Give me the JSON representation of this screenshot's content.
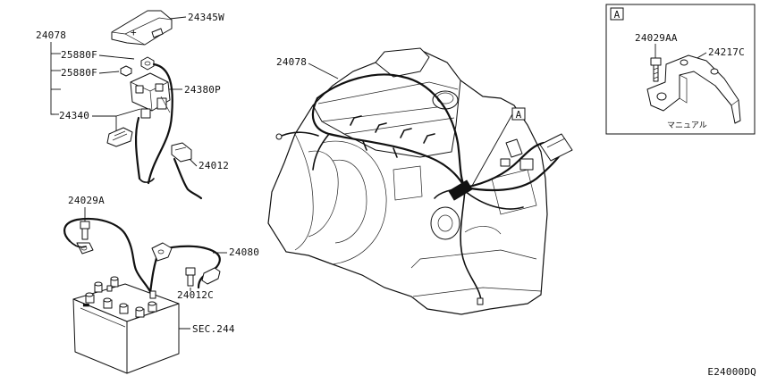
{
  "diagram": {
    "part_labels": {
      "p24078_left": "24078",
      "p24345W": "24345W",
      "p25880F_a": "25880F",
      "p25880F_b": "25880F",
      "p24380P": "24380P",
      "p24340": "24340",
      "p24012": "24012",
      "p24029A": "24029A",
      "p24080": "24080",
      "p24012C": "24012C",
      "sec244": "SEC.244",
      "p24078_right": "24078",
      "p24029AA": "24029AA",
      "p24217C": "24217C"
    },
    "callout_letter": "A",
    "inset_letter": "A",
    "inset_note": "マニュアル",
    "diagram_code": "E24000DQ"
  }
}
